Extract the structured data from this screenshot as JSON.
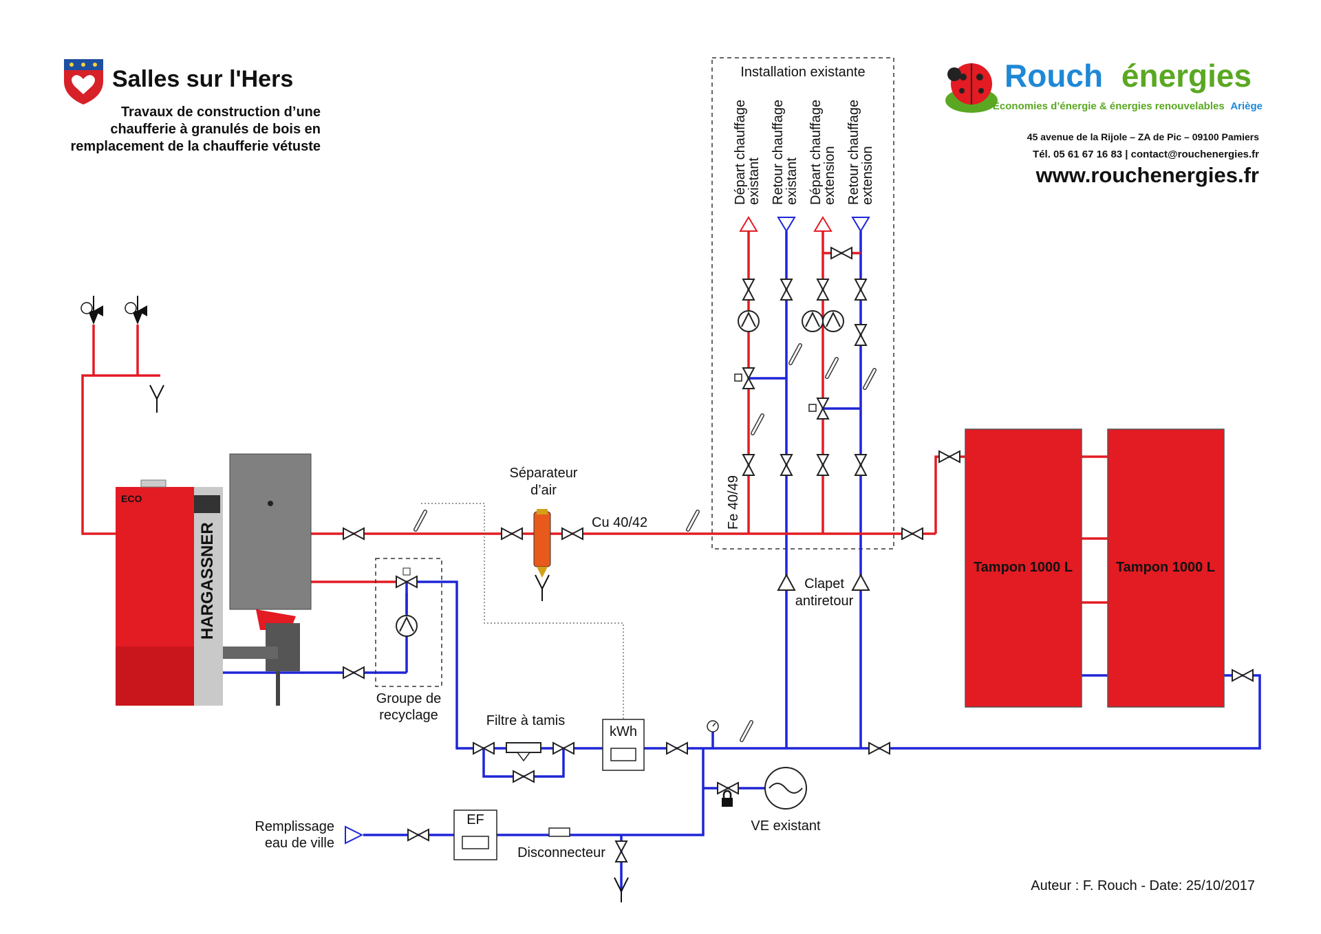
{
  "header": {
    "municipality": "Salles sur l'Hers",
    "project_lines": [
      "Travaux de construction d’une",
      "chaufferie à granulés de bois en",
      "remplacement de la chaufferie vétuste"
    ]
  },
  "company": {
    "name_part1": "Rouch",
    "name_part2": "énergies",
    "tagline_main": "Economies d’énergie & énergies renouvelables",
    "tagline_region": "Ariège",
    "address": "45 avenue de la Rijole – ZA de Pic – 09100 Pamiers",
    "contact": "Tél. 05 61 67 16 83 | contact@rouchenergies.fr",
    "website": "www.rouchenergies.fr"
  },
  "existing_installation": {
    "title": "Installation existante",
    "circuits": [
      {
        "line1": "Départ chauffage",
        "line2": "existant",
        "color": "#e31b23"
      },
      {
        "line1": "Retour chauffage",
        "line2": "existant",
        "color": "#1f25d6"
      },
      {
        "line1": "Départ chauffage",
        "line2": "extension",
        "color": "#e31b23"
      },
      {
        "line1": "Retour chauffage",
        "line2": "extension",
        "color": "#1f25d6"
      }
    ],
    "pipe_label": "Fe 40/49"
  },
  "labels": {
    "air_separator_1": "Séparateur",
    "air_separator_2": "d’air",
    "copper_pipe": "Cu 40/42",
    "check_valve_1": "Clapet",
    "check_valve_2": "antiretour",
    "recycling_group_1": "Groupe de",
    "recycling_group_2": "recyclage",
    "strainer": "Filtre à tamis",
    "energy_meter": "kWh",
    "water_meter": "EF",
    "disconnector": "Disconnecteur",
    "expansion_vessel": "VE existant",
    "fill_1": "Remplissage",
    "fill_2": "eau de ville"
  },
  "boiler": {
    "brand": "HARGASSNER",
    "model": "ECO"
  },
  "tanks": [
    {
      "label": "Tampon 1000 L"
    },
    {
      "label": "Tampon 1000 L"
    }
  ],
  "footer": {
    "author": "Auteur : F. Rouch - Date: 25/10/2017"
  },
  "colors": {
    "supply": "#e31b23",
    "return": "#1f25d6",
    "company_blue": "#1e88d6",
    "company_green": "#5aa822"
  }
}
